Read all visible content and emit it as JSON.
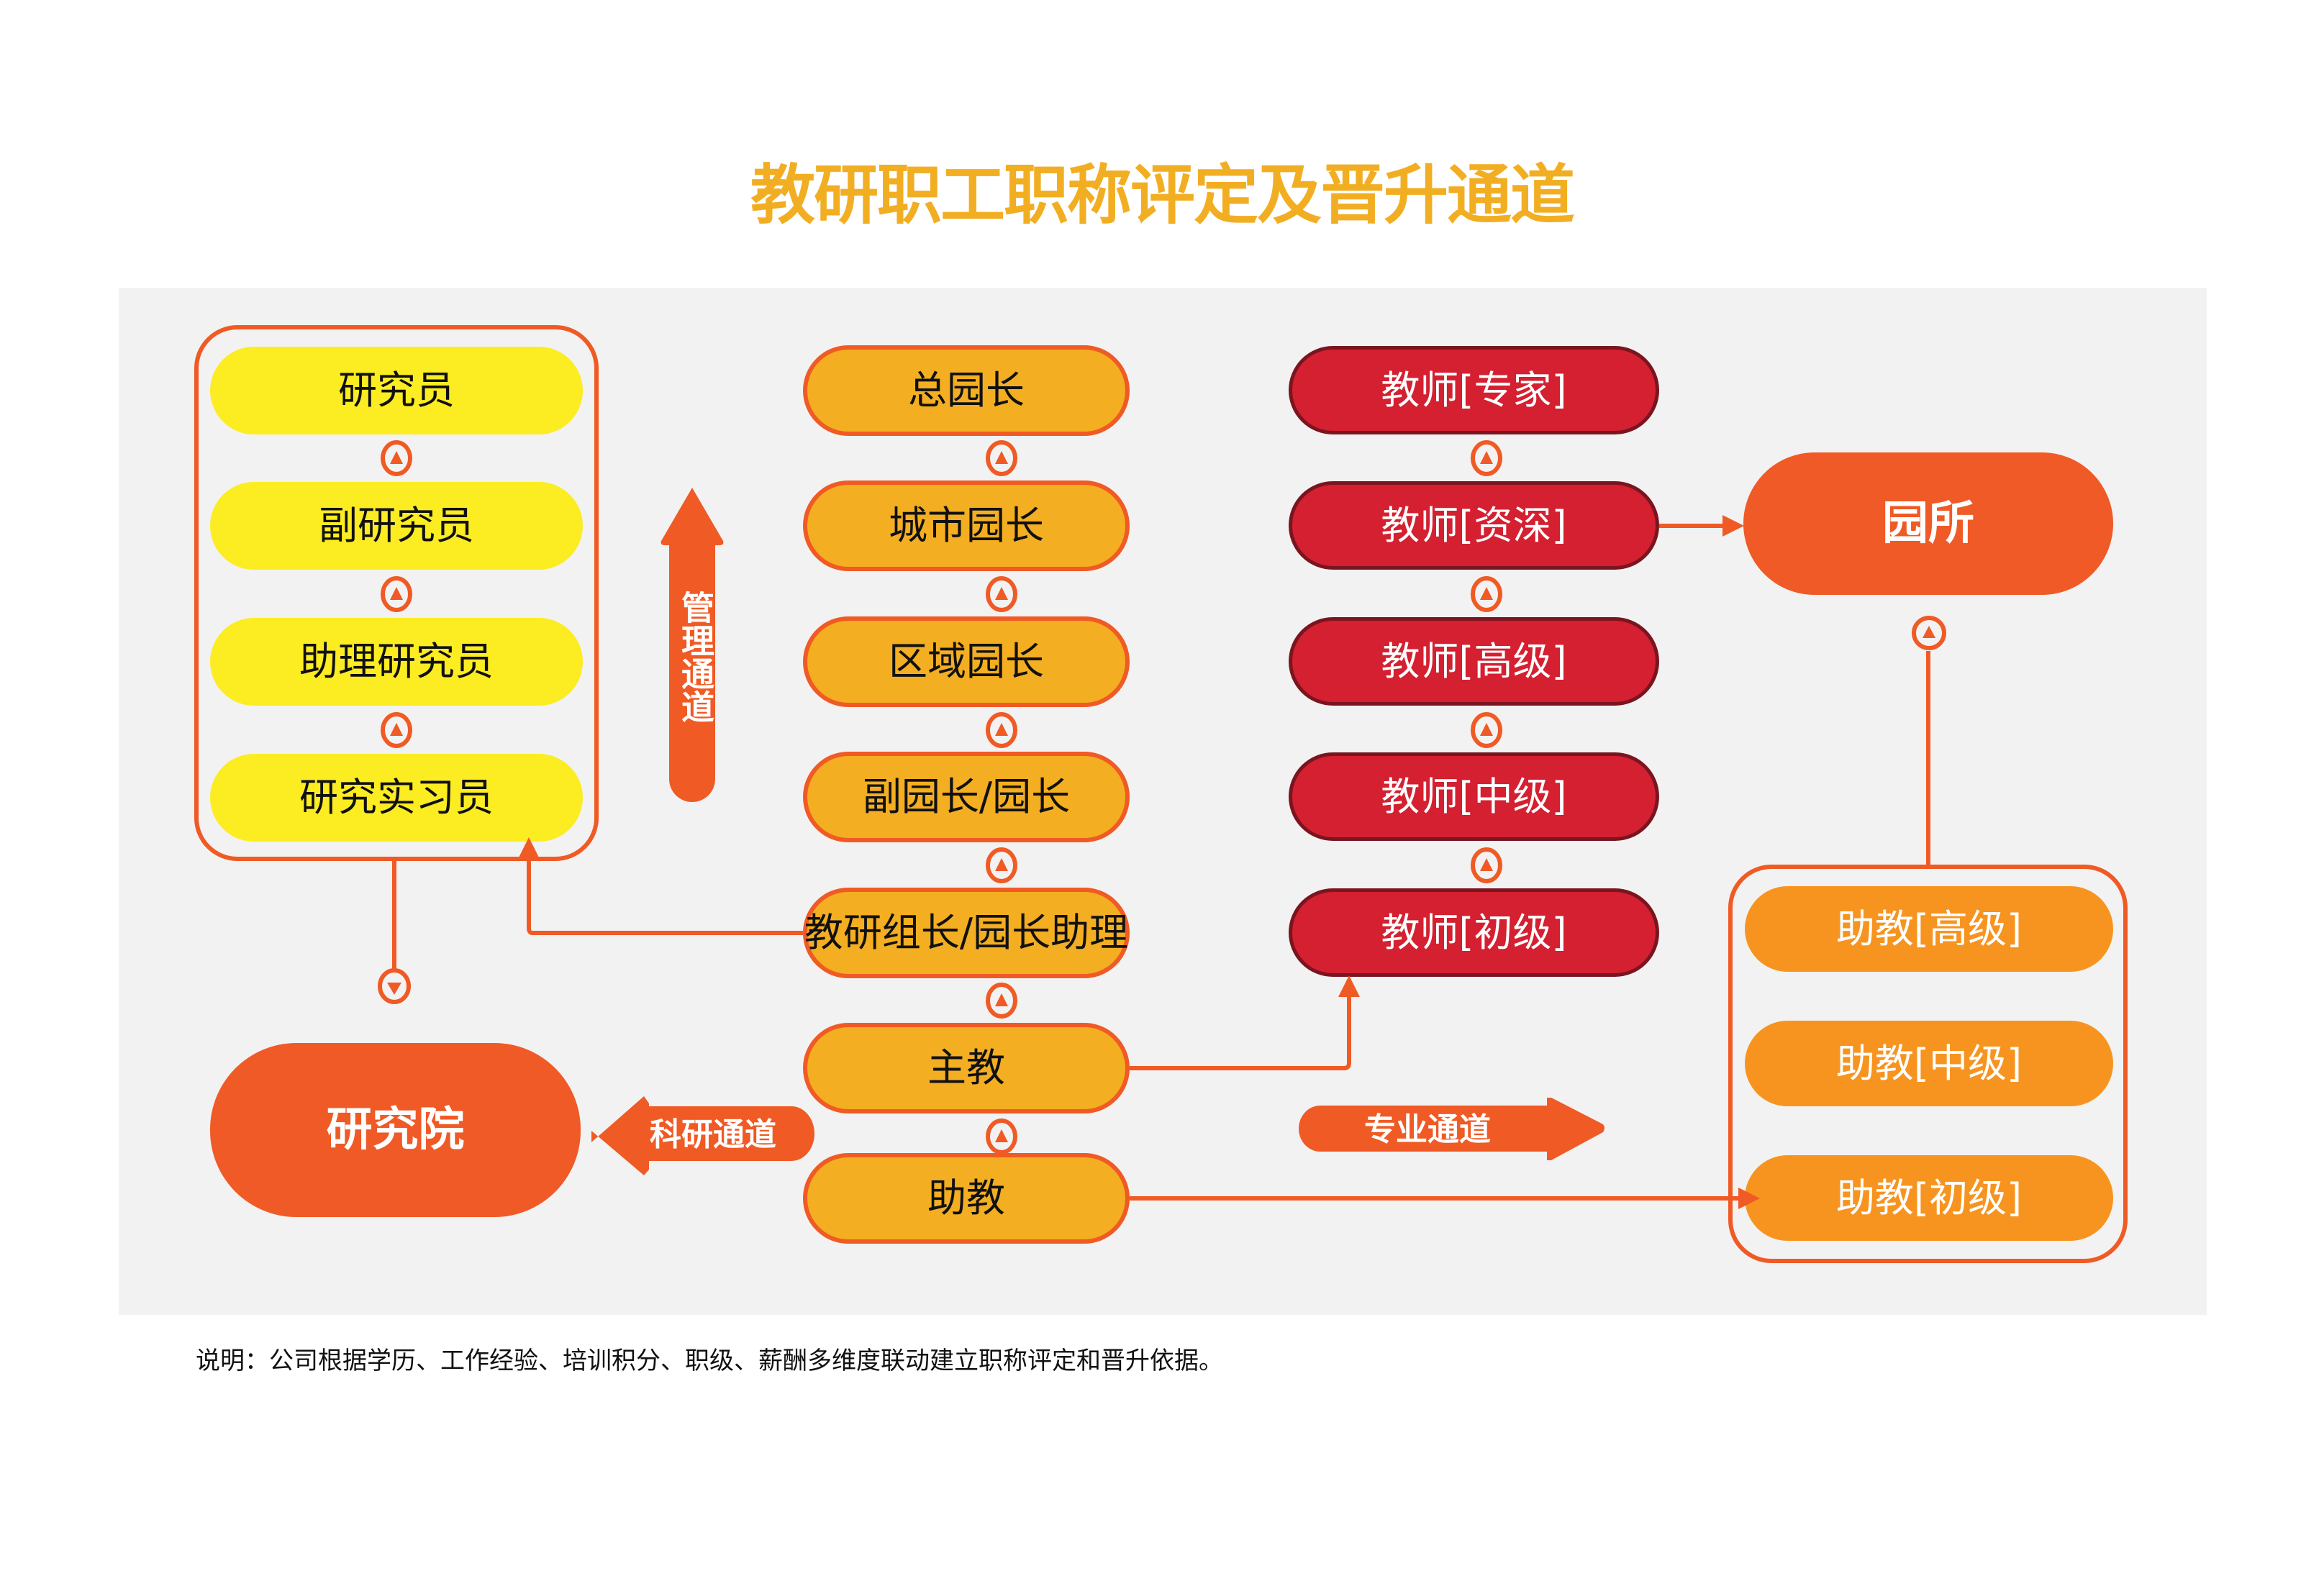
{
  "title": "教研职工职称评定及晋升通道",
  "research_track": {
    "levels": [
      "研究员",
      "副研究员",
      "助理研究员",
      "研究实习员"
    ],
    "destination": "研究院",
    "channel_label": "科研通道"
  },
  "management_track": {
    "channel_label": "管理通道",
    "levels": [
      "总园长",
      "城市园长",
      "区域园长",
      "副园长/园长",
      "教研组长/园长助理",
      "主教",
      "助教"
    ]
  },
  "teacher_track": {
    "levels": [
      "教师[专家]",
      "教师[资深]",
      "教师[高级]",
      "教师[中级]",
      "教师[初级]"
    ],
    "channel_label": "专业通道"
  },
  "assistant_track": {
    "levels": [
      "助教[高级]",
      "助教[中级]",
      "助教[初级]"
    ],
    "destination": "园所"
  },
  "note": "说明：公司根据学历、工作经验、培训积分、职级、薪酬多维度联动建立职称评定和晋升依据。",
  "colors": {
    "title": "#F2AE22",
    "accent_orange": "#F05A24",
    "research_yellow": "#FCEC22",
    "management_gold": "#F3AE22",
    "teacher_red": "#D42030",
    "assistant_orange": "#F7941F",
    "panel_gray": "#F2F2F2"
  }
}
